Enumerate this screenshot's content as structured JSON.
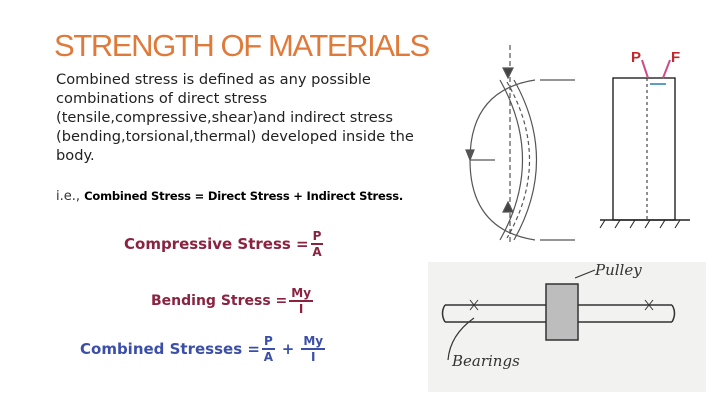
{
  "slide": {
    "title": "STRENGTH OF MATERIALS",
    "definition": "Combined stress is defined as any possible combinations of direct stress (tensile,compressive,shear)and indirect stress (bending,torsional,thermal) developed inside the body.",
    "ie_prefix": "i.e., ",
    "ie_equation": "Combined Stress = Direct Stress + Indirect Stress."
  },
  "formulas": {
    "compressive": {
      "label": "Compressive  Stress =",
      "num": "P",
      "den": "A"
    },
    "bending": {
      "label": "Bending Stress =",
      "num": "My",
      "den": "I"
    },
    "combined": {
      "label": "Combined Stresses =",
      "num1": "P",
      "den1": "A",
      "plus": "+",
      "num2": "My",
      "den2": "I"
    }
  },
  "column_figure": {
    "load_p": "P",
    "load_f": "F"
  },
  "shaft_figure": {
    "pulley_label": "Pulley",
    "bearings_label": "Bearings"
  },
  "colors": {
    "title": "#e07a3a",
    "formula_red": "#8a2240",
    "formula_blue": "#3b4fa8",
    "load_arrow": "#d04a8a",
    "column_label": "#c0282d"
  }
}
